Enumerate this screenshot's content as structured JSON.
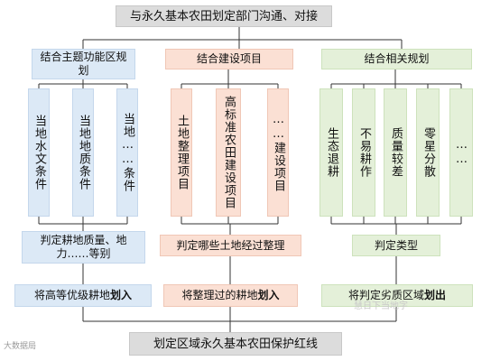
{
  "top": {
    "title": "与永久基本农田划定部门沟通、对接"
  },
  "bottom": {
    "title": "划定区域永久基本农田保护红线"
  },
  "columns": [
    {
      "header": "结合主题功能区规划",
      "items": [
        "当地水文条件",
        "当地地质条件",
        "当地……条件"
      ],
      "judge": "判定耕地质量、地力……等别",
      "action_prefix": "将高等优级耕地",
      "action_bold": "划入"
    },
    {
      "header": "结合建设项目",
      "items": [
        "土地整理项目",
        "高标准农田建设项目",
        "……建设项目"
      ],
      "judge": "判定哪些土地经过整理",
      "action_prefix": "将整理过的耕地",
      "action_bold": "划入"
    },
    {
      "header": "结合相关规划",
      "items": [
        "生态退耕",
        "不易耕作",
        "质量较差",
        "零星分散",
        "……"
      ],
      "judge": "判定类型",
      "action_prefix": "将判定劣质区域",
      "action_bold": "划出"
    }
  ],
  "watermarks": {
    "left": "大数据局",
    "right": "慧日下当地字"
  },
  "colors": {
    "gray": "#dcdcdc",
    "blue": "#dce9f6",
    "pink": "#fbe0d4",
    "green": "#e4f0d9",
    "line": "#333333"
  }
}
